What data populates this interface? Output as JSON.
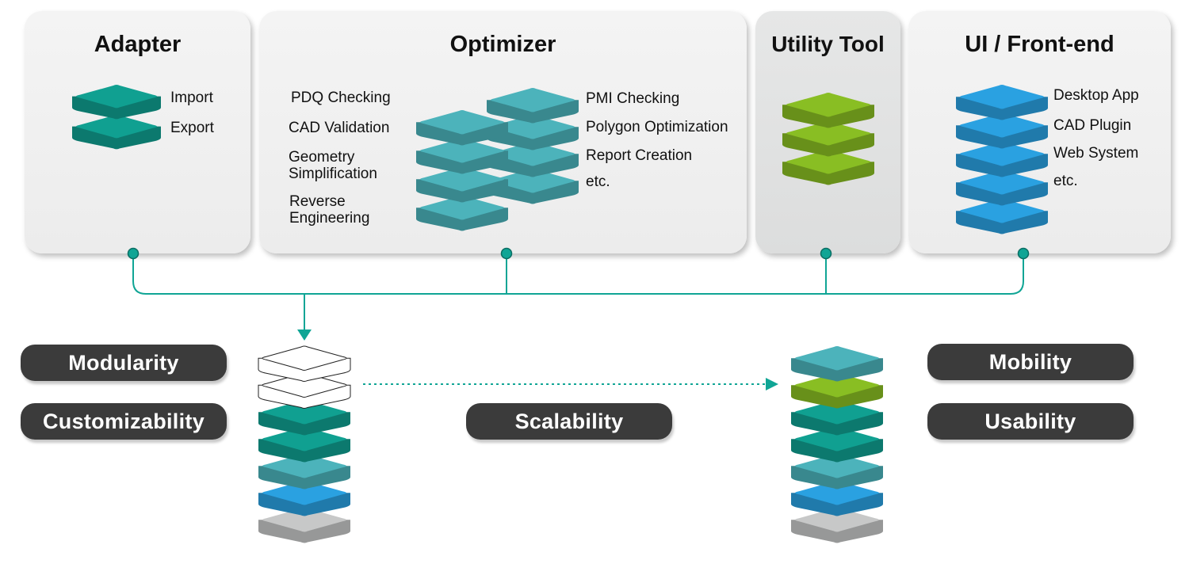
{
  "panels": {
    "adapter": {
      "title": "Adapter",
      "items": [
        "Import",
        "Export"
      ]
    },
    "optimizer": {
      "title": "Optimizer",
      "left_items": [
        "PDQ Checking",
        "CAD Validation",
        "Geometry Simplification",
        "Reverse Engineering"
      ],
      "right_items": [
        "PMI Checking",
        "Polygon Optimization",
        "Report Creation",
        "etc."
      ]
    },
    "utility": {
      "title": "Utility Tool"
    },
    "ui": {
      "title": "UI / Front-end",
      "items": [
        "Desktop App",
        "CAD Plugin",
        "Web System",
        "etc."
      ]
    }
  },
  "qualities": {
    "modularity": "Modularity",
    "customizability": "Customizability",
    "scalability": "Scalability",
    "mobility": "Mobility",
    "usability": "Usability"
  },
  "colors": {
    "adapter_teal": "#0f9486",
    "optimizer_teal": "#46a6ad",
    "utility_green": "#7fb020",
    "ui_blue": "#2795d0",
    "base_gray": "#b8b9b9",
    "connector": "#10a595",
    "pill_bg": "#3b3b3b"
  }
}
